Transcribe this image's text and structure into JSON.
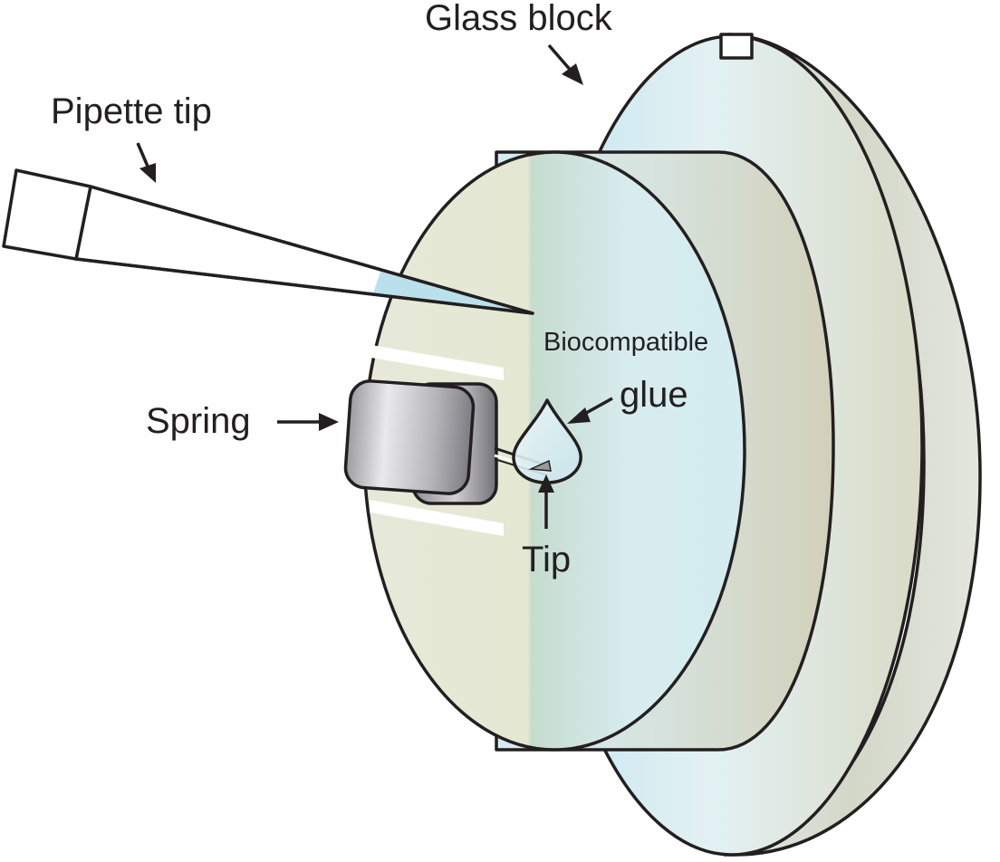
{
  "labels": {
    "glass_block": "Glass block",
    "pipette_tip": "Pipette tip",
    "biocompatible": "Biocompatible",
    "glue": "glue",
    "spring": "Spring",
    "tip": "Tip"
  },
  "colors": {
    "outline": "#231f20",
    "glass_light": "#d9eef2",
    "glass_blue": "#bfe3ee",
    "glass_warm": "#ddd9c4",
    "front_left": "#e4e8d6",
    "front_right": "#d6ecee",
    "spring_metal": "#b8b8bc",
    "background": "#ffffff"
  }
}
